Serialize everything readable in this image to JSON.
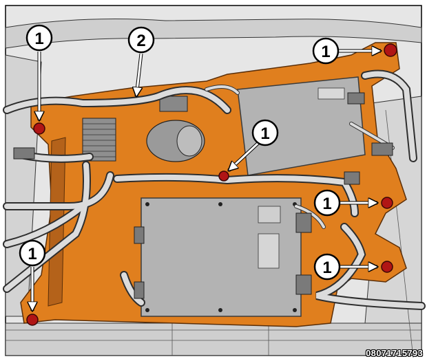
{
  "figure_id": "08071715793",
  "colors": {
    "bracket": "#E07F1E",
    "bracket_dark": "#B4621A",
    "module": "#B3B3B3",
    "module_edge": "#3A3A3A",
    "frame": "#C8C8C8",
    "background": "#E6E6E6",
    "harness": "#D9D9D9",
    "fastener": "#B01515"
  },
  "callouts": [
    {
      "id": "c1",
      "label": "1",
      "target": "fastener-upper-left"
    },
    {
      "id": "c2",
      "label": "2",
      "target": "bracket"
    },
    {
      "id": "c3",
      "label": "1",
      "target": "fastener-upper-right"
    },
    {
      "id": "c4",
      "label": "1",
      "target": "fastener-center"
    },
    {
      "id": "c5",
      "label": "1",
      "target": "fastener-right-middle"
    },
    {
      "id": "c6",
      "label": "1",
      "target": "fastener-right-lower"
    },
    {
      "id": "c7",
      "label": "1",
      "target": "fastener-lower-left"
    }
  ]
}
